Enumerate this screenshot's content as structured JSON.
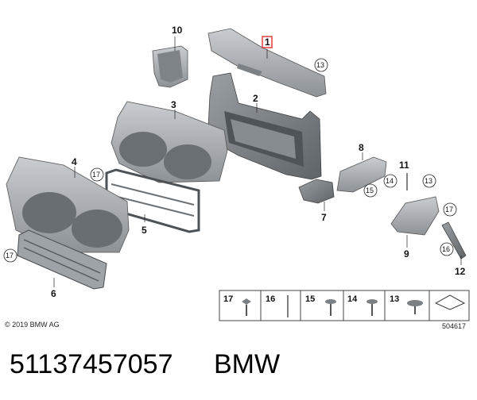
{
  "copyright": "© 2019 BMW AG",
  "callouts": {
    "p1": "1",
    "p2": "2",
    "p3": "3",
    "p4": "4",
    "p5": "5",
    "p6": "6",
    "p7": "7",
    "p8": "8",
    "p9": "9",
    "p10": "10",
    "p11": "11",
    "p12": "12",
    "c13a": "13",
    "c13b": "13",
    "c14": "14",
    "c15": "15",
    "c16": "16",
    "c17a": "17",
    "c17b": "17",
    "c17c": "17"
  },
  "fastener_bar": {
    "items": [
      "17",
      "16",
      "15",
      "14",
      "13"
    ],
    "diagram_id": "504617"
  },
  "caption": {
    "part_number": "51137457057",
    "brand": "BMW"
  },
  "colors": {
    "part_fill": "#a9adb2",
    "part_dark": "#6e7378",
    "part_light": "#d3d6d9",
    "highlight_box": "#e03030"
  }
}
